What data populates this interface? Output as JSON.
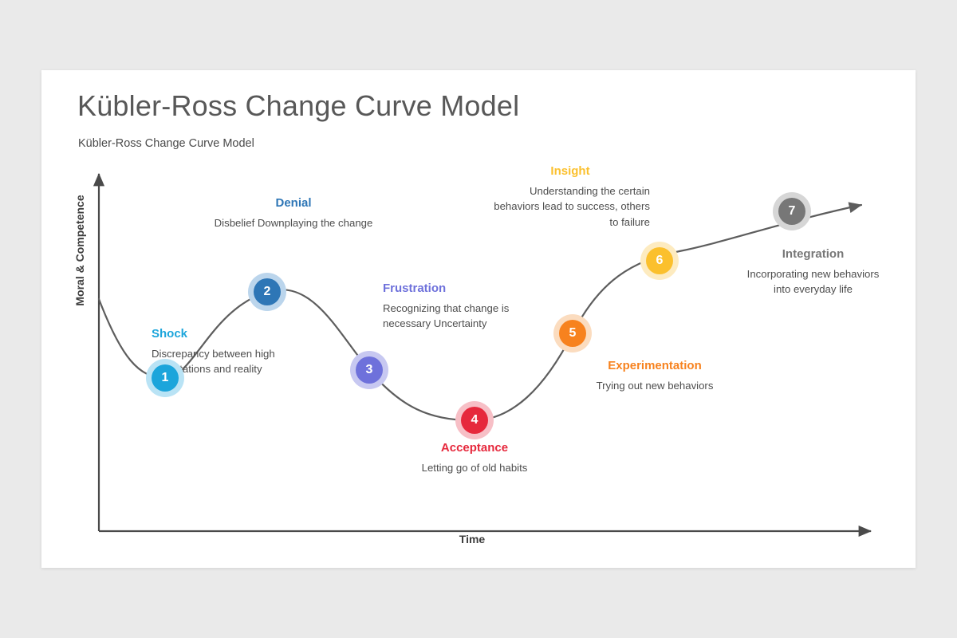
{
  "slide": {
    "title": "Kübler-Ross Change Curve Model",
    "subtitle": "Kübler-Ross Change Curve Model"
  },
  "axes": {
    "y_label": "Moral & Competence",
    "x_label": "Time",
    "axis_color": "#4a4a4a",
    "curve_color": "#5d5d5d"
  },
  "chart_data": {
    "type": "line",
    "title": "Kübler-Ross Change Curve Model",
    "xlabel": "Time",
    "ylabel": "Moral & Competence",
    "grid": false,
    "legend": "none",
    "annotations": "seven numbered stage markers positioned along the curve",
    "x": [
      0,
      1,
      2,
      3,
      4,
      5,
      6,
      7
    ],
    "y": [
      78,
      38,
      78,
      42,
      18,
      41,
      65,
      82
    ],
    "point_labels": [
      "",
      "1",
      "2",
      "3",
      "4",
      "5",
      "6",
      "7"
    ],
    "ylim": [
      0,
      100
    ],
    "xlim": [
      0,
      8
    ]
  },
  "stages": [
    {
      "number": "1",
      "title": "Shock",
      "desc": "Discrepancy between high expectations and reality",
      "color": "#1CA5DB",
      "halo": "#B9E3F5"
    },
    {
      "number": "2",
      "title": "Denial",
      "desc": "Disbelief Downplaying the change",
      "color": "#2E76B6",
      "halo": "#BBD5EC"
    },
    {
      "number": "3",
      "title": "Frustration",
      "desc": "Recognizing that change is necessary Uncertainty",
      "color": "#6E71DB",
      "halo": "#C7C8F1"
    },
    {
      "number": "4",
      "title": "Acceptance",
      "desc": "Letting go of old habits",
      "color": "#E6283C",
      "halo": "#F7BFC6"
    },
    {
      "number": "5",
      "title": "Experimentation",
      "desc": "Trying out new behaviors",
      "color": "#F7821E",
      "halo": "#FBDCBF"
    },
    {
      "number": "6",
      "title": "Insight",
      "desc": "Understanding the certain behaviors lead to success, others to failure",
      "color": "#FBC02D",
      "halo": "#FDEBC0"
    },
    {
      "number": "7",
      "title": "Integration",
      "desc": "Incorporating new behaviors into everyday life",
      "color": "#777777",
      "halo": "#D6D6D6"
    }
  ]
}
